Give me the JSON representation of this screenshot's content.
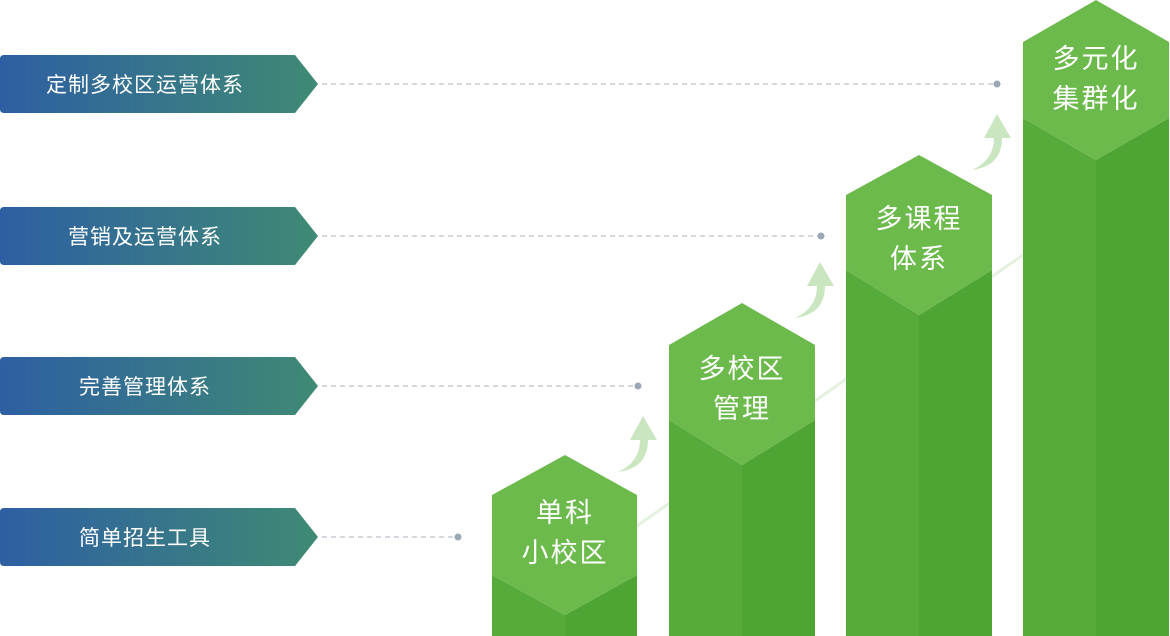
{
  "levels": [
    {
      "label": "简单招生工具",
      "stage_line1": "单科",
      "stage_line2": "小校区"
    },
    {
      "label": "完善管理体系",
      "stage_line1": "多校区",
      "stage_line2": "管理"
    },
    {
      "label": "营销及运营体系",
      "stage_line1": "多课程",
      "stage_line2": "体系"
    },
    {
      "label": "定制多校区运营体系",
      "stage_line1": "多元化",
      "stage_line2": "集群化"
    }
  ],
  "colors": {
    "label_start": "#2e5fa3",
    "label_end": "#3f8a74",
    "hex_face": "#6cb94c",
    "col_left": "#57ab3a",
    "col_right": "#4ea533",
    "arrow": "#c9e6c1"
  }
}
